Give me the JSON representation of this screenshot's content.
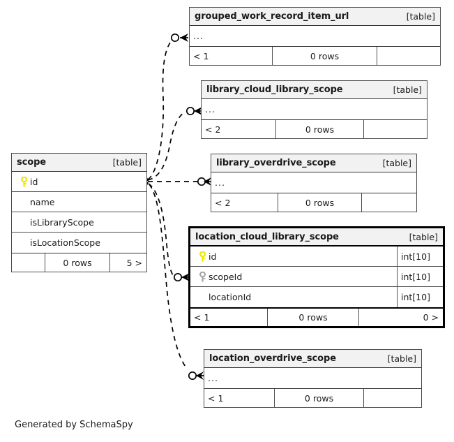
{
  "diagram": {
    "generator_text": "Generated by SchemaSpy",
    "table_type_label": "[table]",
    "ellipsis": "...",
    "colors": {
      "background": "#ffffff",
      "node_border": "#4d4d4d",
      "focus_border": "#000000",
      "header_fill": "#f2f2f2",
      "primary_key": "#e8e800",
      "foreign_key": "#a6a6a6",
      "edge": "#000000"
    }
  },
  "tables": [
    {
      "id": "grouped_work_record_item_url",
      "name": "grouped_work_record_item_url",
      "type": "[table]",
      "focus": false,
      "columns": [
        {
          "key": "none",
          "name": "...",
          "type": ""
        }
      ],
      "footer": {
        "left": "< 1",
        "middle": "0 rows",
        "right": ""
      }
    },
    {
      "id": "library_cloud_library_scope",
      "name": "library_cloud_library_scope",
      "type": "[table]",
      "focus": false,
      "columns": [
        {
          "key": "none",
          "name": "...",
          "type": ""
        }
      ],
      "footer": {
        "left": "< 2",
        "middle": "0 rows",
        "right": ""
      }
    },
    {
      "id": "library_overdrive_scope",
      "name": "library_overdrive_scope",
      "type": "[table]",
      "focus": false,
      "columns": [
        {
          "key": "none",
          "name": "...",
          "type": ""
        }
      ],
      "footer": {
        "left": "< 2",
        "middle": "0 rows",
        "right": ""
      }
    },
    {
      "id": "scope",
      "name": "scope",
      "type": "[table]",
      "focus": false,
      "columns": [
        {
          "key": "primary",
          "name": "id",
          "type": ""
        },
        {
          "key": "none",
          "name": "name",
          "type": ""
        },
        {
          "key": "none",
          "name": "isLibraryScope",
          "type": ""
        },
        {
          "key": "none",
          "name": "isLocationScope",
          "type": ""
        }
      ],
      "footer": {
        "left": "",
        "middle": "0 rows",
        "right": "5 >"
      }
    },
    {
      "id": "location_cloud_library_scope",
      "name": "location_cloud_library_scope",
      "type": "[table]",
      "focus": true,
      "columns": [
        {
          "key": "primary",
          "name": "id",
          "type": "int[10]"
        },
        {
          "key": "foreign",
          "name": "scopeId",
          "type": "int[10]"
        },
        {
          "key": "none",
          "name": "locationId",
          "type": "int[10]"
        }
      ],
      "footer": {
        "left": "< 1",
        "middle": "0 rows",
        "right": "0 >"
      }
    },
    {
      "id": "location_overdrive_scope",
      "name": "location_overdrive_scope",
      "type": "[table]",
      "focus": false,
      "columns": [
        {
          "key": "none",
          "name": "...",
          "type": ""
        }
      ],
      "footer": {
        "left": "< 1",
        "middle": "0 rows",
        "right": ""
      }
    }
  ],
  "relationships": [
    {
      "from": "scope",
      "to": "grouped_work_record_item_url",
      "style": "dashed",
      "optional": true
    },
    {
      "from": "scope",
      "to": "library_cloud_library_scope",
      "style": "dashed",
      "optional": true
    },
    {
      "from": "scope",
      "to": "library_overdrive_scope",
      "style": "dashed",
      "optional": true
    },
    {
      "from": "scope",
      "to": "location_cloud_library_scope",
      "style": "dashed",
      "optional": true
    },
    {
      "from": "scope",
      "to": "location_overdrive_scope",
      "style": "dashed",
      "optional": true
    }
  ]
}
